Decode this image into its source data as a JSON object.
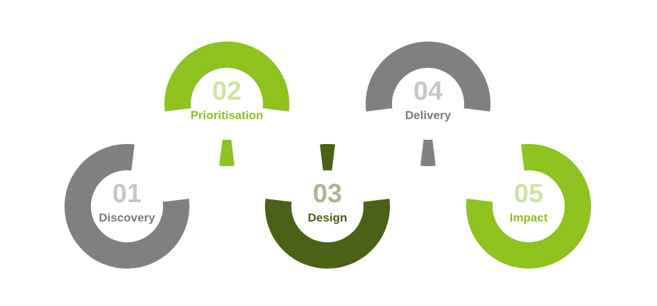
{
  "colors": {
    "gray": "#808080",
    "green": "#8dc21f",
    "dark_green": "#4a6116",
    "background": "#ffffff"
  },
  "steps": [
    {
      "number": "01",
      "label": "Discovery",
      "ring_color": "#808080",
      "number_color": "#c6c6c6",
      "label_color": "#7a7a7a"
    },
    {
      "number": "02",
      "label": "Prioritisation",
      "ring_color": "#8dc21f",
      "number_color": "#cfe3a2",
      "label_color": "#8dc21f"
    },
    {
      "number": "03",
      "label": "Design",
      "ring_color": "#4a6116",
      "number_color": "#a9b596",
      "label_color": "#4a6116"
    },
    {
      "number": "04",
      "label": "Delivery",
      "ring_color": "#808080",
      "number_color": "#c6c6c6",
      "label_color": "#7a7a7a"
    },
    {
      "number": "05",
      "label": "Impact",
      "ring_color": "#8dc21f",
      "number_color": "#cfe3a2",
      "label_color": "#8dc21f"
    }
  ]
}
